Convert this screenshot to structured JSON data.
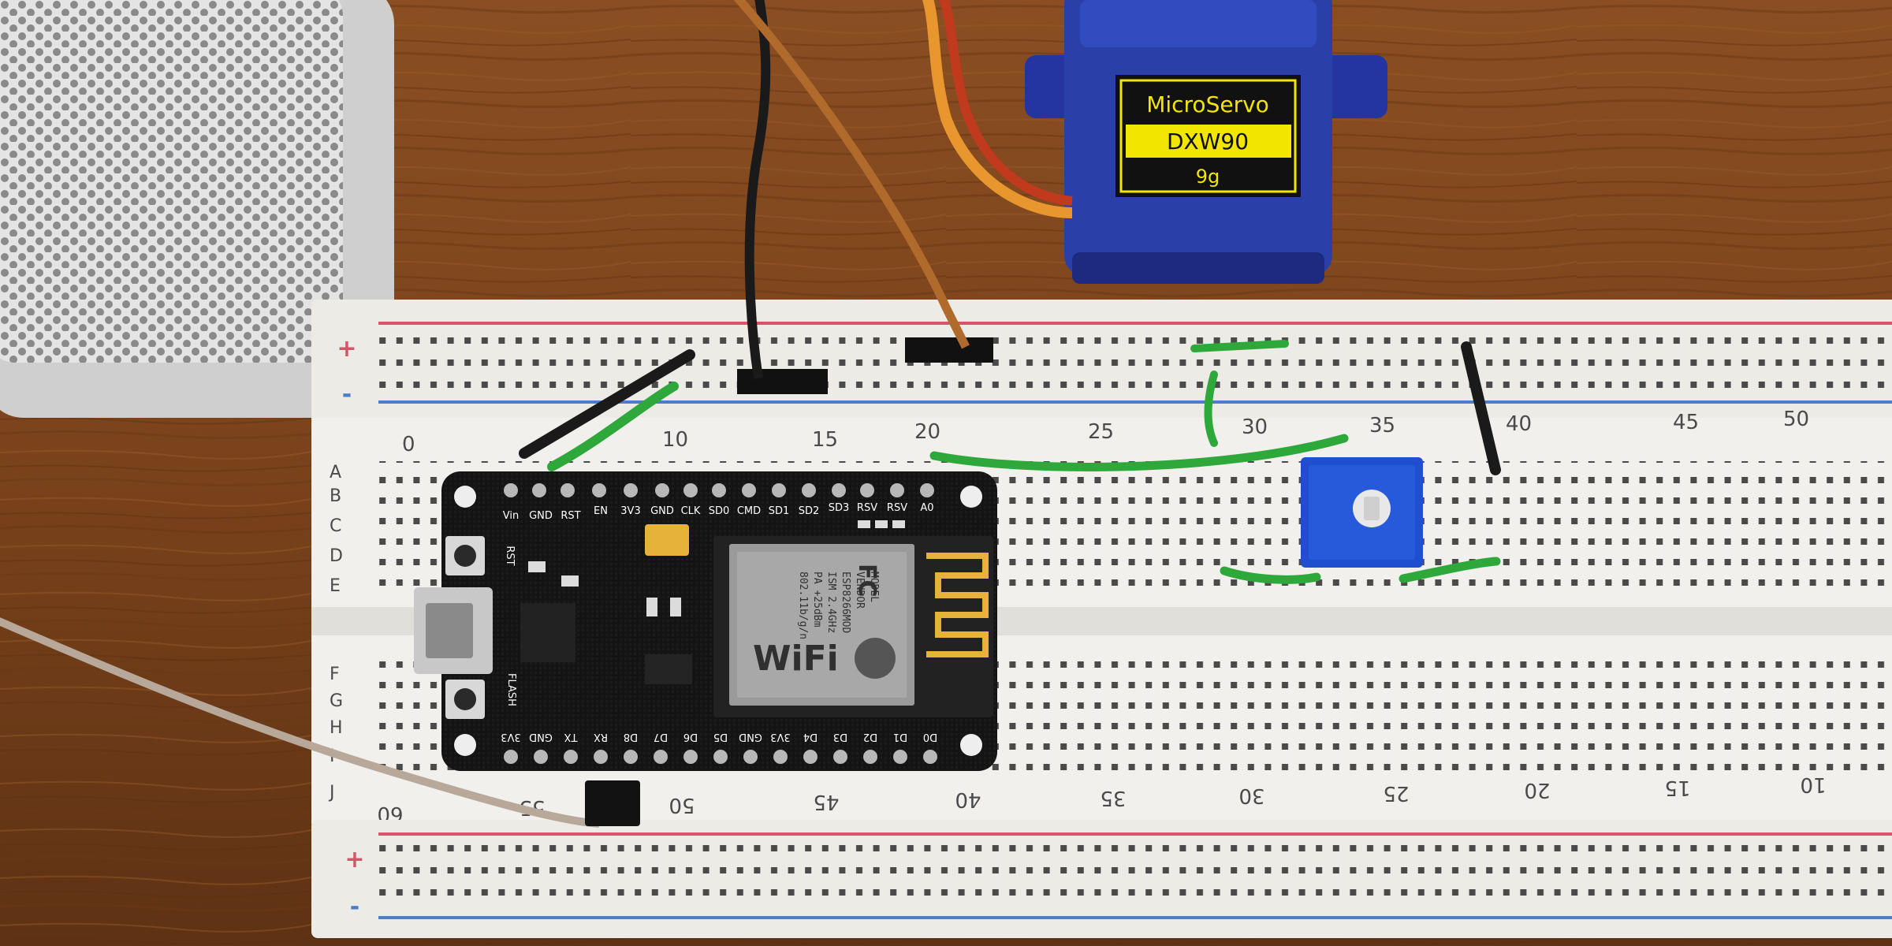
{
  "servo": {
    "brand": "MicroServo",
    "model": "DXW90",
    "weight": "9g",
    "colors": {
      "body": "#2a3fa8",
      "label": "#f2e600"
    }
  },
  "breadboard": {
    "top_column_numbers": [
      "0",
      "10",
      "15",
      "20",
      "25",
      "30",
      "35",
      "40",
      "45",
      "50"
    ],
    "bottom_column_numbers": [
      "60",
      "55",
      "50",
      "45",
      "40",
      "35",
      "30",
      "25",
      "20",
      "15",
      "10"
    ],
    "row_letters_top": [
      "A",
      "B",
      "C",
      "D",
      "E"
    ],
    "row_letters_bottom": [
      "F",
      "G",
      "H",
      "I",
      "J"
    ],
    "rail_plus": "+",
    "rail_minus": "-",
    "colors": {
      "board": "#ecebe6",
      "rail_red": "#d9546a",
      "rail_blue": "#4a7fc7"
    }
  },
  "nodemcu": {
    "top_pins": [
      "Vin",
      "GND",
      "RST",
      "EN",
      "3V3",
      "GND",
      "CLK",
      "SD0",
      "CMD",
      "SD1",
      "SD2",
      "SD3",
      "RSV",
      "RSV",
      "A0"
    ],
    "bottom_pins": [
      "3V3",
      "GND",
      "TX",
      "RX",
      "D8",
      "D7",
      "D6",
      "D5",
      "GND",
      "3V3",
      "D4",
      "D3",
      "D2",
      "D1",
      "D0"
    ],
    "button_rst": "RST",
    "button_flash": "FLASH",
    "module": {
      "vendor_lines": [
        "MODEL",
        "VENDOR",
        "ESP8266MOD",
        "ISM 2.4GHz",
        "PA +25dBm",
        "802.11b/g/n"
      ],
      "fcc_mark": "FC",
      "wifi_mark": "WiFi"
    },
    "colors": {
      "pcb": "#151515",
      "shield": "#9a9a9a"
    }
  },
  "wire_colors": {
    "green": "#2ea83a",
    "black": "#1a1a1a",
    "brown": "#b06a2c",
    "orange": "#e8962e",
    "red": "#c23a1e"
  }
}
